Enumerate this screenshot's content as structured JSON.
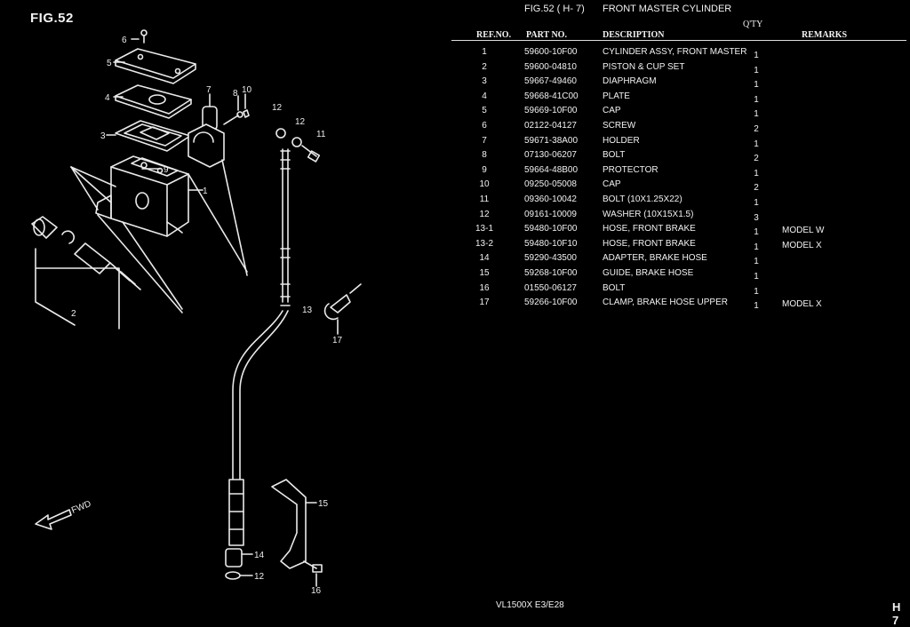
{
  "figure": {
    "label": "FIG.52",
    "ref": "FIG.52 ( H- 7)",
    "title": "FRONT MASTER CYLINDER",
    "fwd_label": "FWD",
    "callouts": [
      "6",
      "5",
      "4",
      "3",
      "7",
      "8",
      "10",
      "9",
      "1",
      "12",
      "12",
      "11",
      "2",
      "13",
      "17",
      "15",
      "14",
      "12",
      "16"
    ]
  },
  "table": {
    "qty_header": "Q'TY",
    "headers": {
      "ref": "REF.NO.",
      "part": "PART NO.",
      "desc": "DESCRIPTION",
      "remarks": "REMARKS"
    },
    "rows": [
      {
        "ref": "1",
        "part": "59600-10F00",
        "desc": "CYLINDER ASSY, FRONT MASTER",
        "qty": "1",
        "remarks": ""
      },
      {
        "ref": "2",
        "part": "59600-04810",
        "desc": "PISTON & CUP SET",
        "qty": "1",
        "remarks": ""
      },
      {
        "ref": "3",
        "part": "59667-49460",
        "desc": "DIAPHRAGM",
        "qty": "1",
        "remarks": ""
      },
      {
        "ref": "4",
        "part": "59668-41C00",
        "desc": "PLATE",
        "qty": "1",
        "remarks": ""
      },
      {
        "ref": "5",
        "part": "59669-10F00",
        "desc": "CAP",
        "qty": "1",
        "remarks": ""
      },
      {
        "ref": "6",
        "part": "02122-04127",
        "desc": "SCREW",
        "qty": "2",
        "remarks": ""
      },
      {
        "ref": "7",
        "part": "59671-38A00",
        "desc": "HOLDER",
        "qty": "1",
        "remarks": ""
      },
      {
        "ref": "8",
        "part": "07130-06207",
        "desc": "BOLT",
        "qty": "2",
        "remarks": ""
      },
      {
        "ref": "9",
        "part": "59664-48B00",
        "desc": "PROTECTOR",
        "qty": "1",
        "remarks": ""
      },
      {
        "ref": "10",
        "part": "09250-05008",
        "desc": "CAP",
        "qty": "2",
        "remarks": ""
      },
      {
        "ref": "11",
        "part": "09360-10042",
        "desc": "BOLT (10X1.25X22)",
        "qty": "1",
        "remarks": ""
      },
      {
        "ref": "12",
        "part": "09161-10009",
        "desc": "WASHER (10X15X1.5)",
        "qty": "3",
        "remarks": ""
      },
      {
        "ref": "13-1",
        "part": "59480-10F00",
        "desc": "HOSE, FRONT BRAKE",
        "qty": "1",
        "remarks": "MODEL W"
      },
      {
        "ref": "13-2",
        "part": "59480-10F10",
        "desc": "HOSE, FRONT BRAKE",
        "qty": "1",
        "remarks": "MODEL X"
      },
      {
        "ref": "14",
        "part": "59290-43500",
        "desc": "ADAPTER, BRAKE HOSE",
        "qty": "1",
        "remarks": ""
      },
      {
        "ref": "15",
        "part": "59268-10F00",
        "desc": "GUIDE, BRAKE HOSE",
        "qty": "1",
        "remarks": ""
      },
      {
        "ref": "16",
        "part": "01550-06127",
        "desc": "BOLT",
        "qty": "1",
        "remarks": ""
      },
      {
        "ref": "17",
        "part": "59266-10F00",
        "desc": "CLAMP, BRAKE HOSE UPPER",
        "qty": "1",
        "remarks": "MODEL X"
      }
    ]
  },
  "footer": {
    "model": "VL1500X  E3/E28",
    "page": "H 7"
  }
}
